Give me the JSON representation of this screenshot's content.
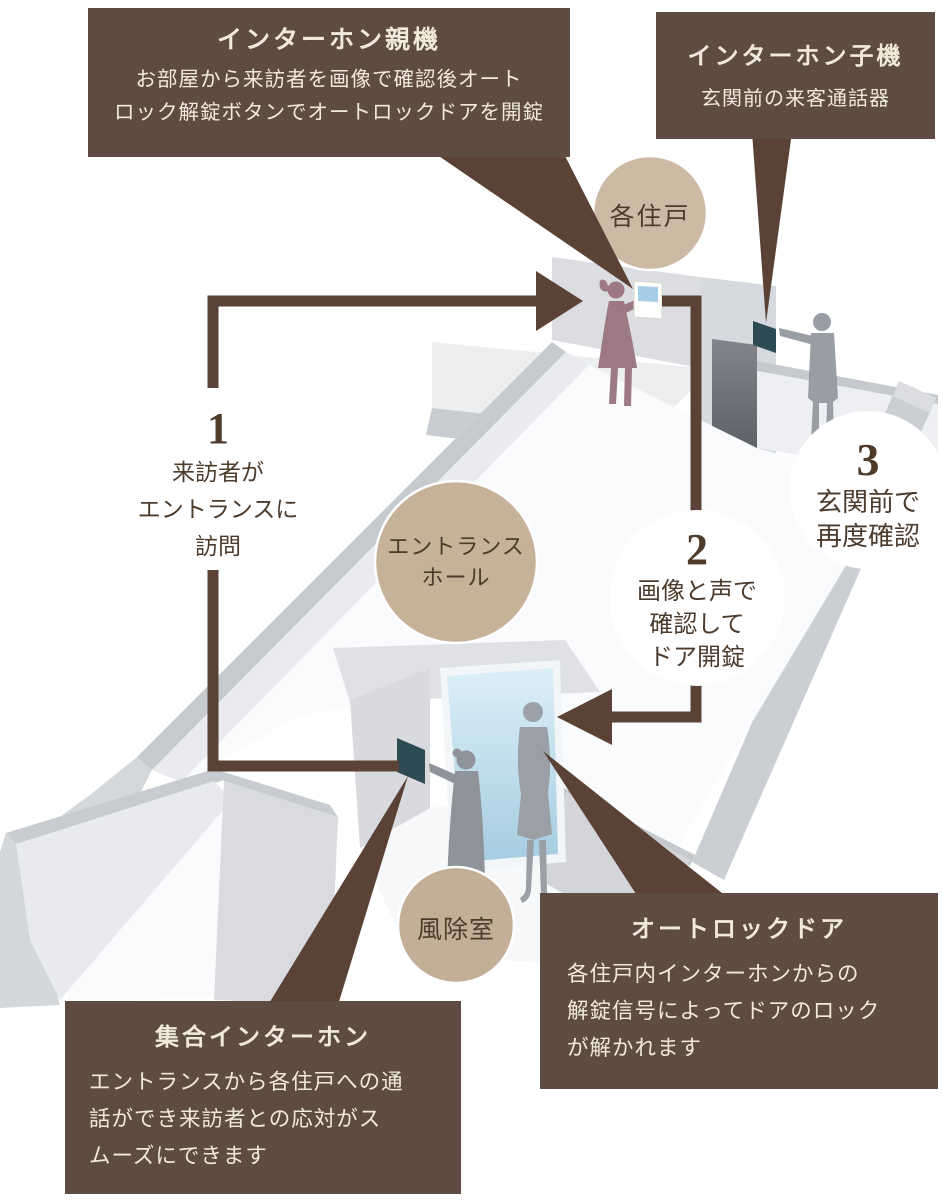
{
  "colors": {
    "callout_bg": "#5e4b42",
    "callout_text": "#f2ead9",
    "connector_brown": "#5a4236",
    "tan_circle": "#c9b39c",
    "dark_label_text": "#4d3b2c",
    "glass_blue": "#c2deee",
    "panel_teal": "#2d4a55",
    "figure_gray": "#9aa0a6",
    "figure_mauve": "#9c7983",
    "wall_gray": "#d6d9dd"
  },
  "callouts": {
    "parent_unit": {
      "title": "インターホン親機",
      "lines": [
        "お部屋から来訪者を画像で確認後オート",
        "ロック解錠ボタンでオートロックドアを開錠"
      ]
    },
    "child_unit": {
      "title": "インターホン子機",
      "body": "玄関前の来客通話器"
    },
    "autolock_door": {
      "title": "オートロックドア",
      "lines": [
        "各住戸内インターホンからの",
        "解錠信号によってドアのロック",
        "が解かれます"
      ]
    },
    "collective_intercom": {
      "title": "集合インターホン",
      "lines": [
        "エントランスから各住戸への通",
        "話ができ来訪者との応対がス",
        "ムーズにできます"
      ]
    }
  },
  "area_labels": {
    "residence": "各住戸",
    "entrance_hall": [
      "エントランス",
      "ホール"
    ],
    "windbreak_room": "風除室"
  },
  "steps": [
    {
      "number": "1",
      "lines": [
        "来訪者が",
        "エントランスに",
        "訪問"
      ]
    },
    {
      "number": "2",
      "lines": [
        "画像と声で",
        "確認して",
        "ドア開錠"
      ]
    },
    {
      "number": "3",
      "lines": [
        "玄関前で",
        "再度確認"
      ]
    }
  ]
}
